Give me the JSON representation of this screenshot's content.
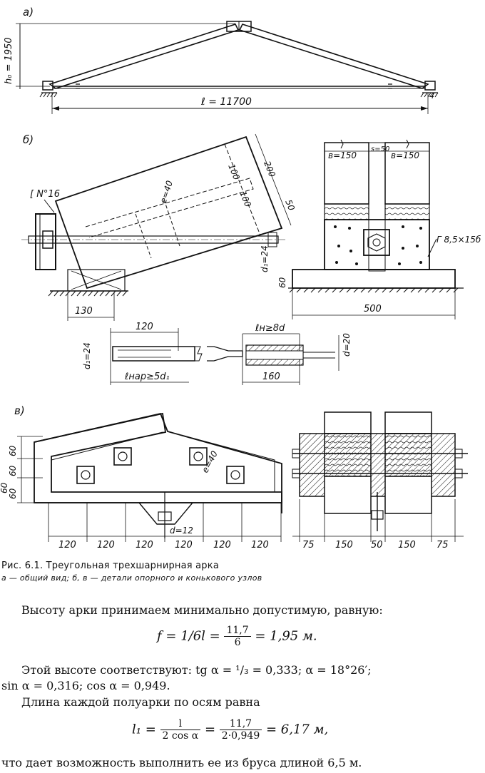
{
  "figure": {
    "panel_a": {
      "letter": "а)",
      "height_label": "h₀ = 1950",
      "span_label": "ℓ = 11700"
    },
    "panel_b": {
      "letter": "б)",
      "channel_label": "[ N°16",
      "dims_beam": [
        "100",
        "100",
        "200",
        "50"
      ],
      "e_label": "e=40",
      "d1_label": "d₁=24",
      "support_130": "130",
      "support_60": "60",
      "b150_left": "в=150",
      "b150_right": "в=150",
      "s50": "s=50",
      "bolt_note": "Г 8,5×15б",
      "base_500": "500",
      "rod_120": "120",
      "rod_d1": "d₁=24",
      "rod_lnar": "ℓнар≥5d₁",
      "rod_lh": "ℓн≥8d",
      "rod_d20": "d=20",
      "rod_160": "160"
    },
    "panel_v": {
      "letter": "в)",
      "left_dims_v": [
        "60",
        "60",
        "60",
        "60"
      ],
      "e_label": "e=40",
      "d_label": "d=12",
      "bottom_dims": [
        "120",
        "120",
        "120",
        "120",
        "120",
        "120"
      ],
      "right_dims": [
        "75",
        "150",
        "50",
        "150",
        "75"
      ]
    }
  },
  "caption": {
    "line1": "Рис. 6.1. Треугольная трехшарнирная арка",
    "line2": "а — общий вид; б, в — детали опорного и конькового узлов"
  },
  "text": {
    "p1": "Высоту арки принимаем минимально допустимую, равную:",
    "f1_lhs": "f = 1/6l =",
    "f1_num": "11,7",
    "f1_den": "6",
    "f1_rhs": "= 1,95  м.",
    "p2_line1": "Этой высоте соответствуют: tg α = ¹/₃ = 0,333; α = 18°26′;",
    "p2_line2": "sin α = 0,316; cos α = 0,949.",
    "p3": "Длина каждой полуарки по осям равна",
    "f2_lhs": "l₁ =",
    "f2_num1": "l",
    "f2_den1": "2 cos α",
    "f2_eq": "=",
    "f2_num2": "11,7",
    "f2_den2": "2·0,949",
    "f2_rhs": "= 6,17  м,",
    "p4": "что дает возможность выполнить ее из бруса длиной 6,5 м."
  }
}
